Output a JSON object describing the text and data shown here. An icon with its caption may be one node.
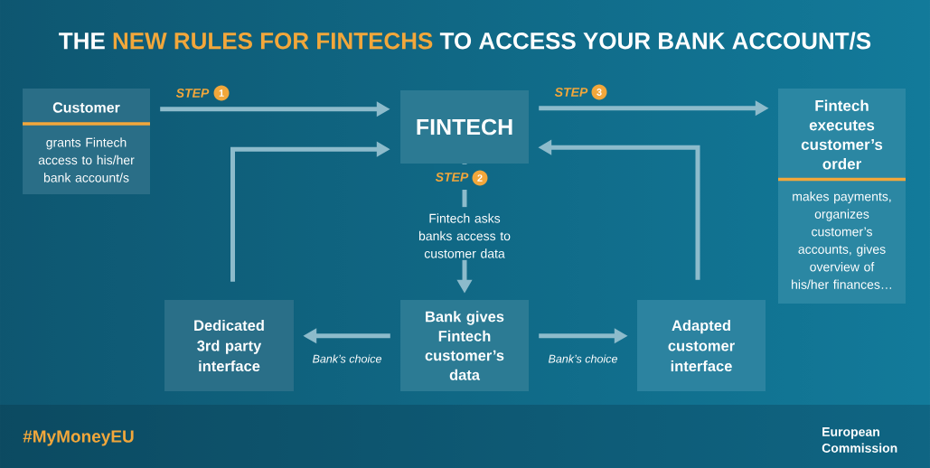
{
  "diagram": {
    "title": "THE **NEW RULES FOR FINTECHS** TO ACCESS YOUR BANK ACCOUNT/S",
    "nodes": [
      {
        "text": [
          "Customer",
          "grants Fintech access to his/her bank account/s"
        ]
      },
      {
        "text": [
          "FINTECH"
        ]
      },
      {
        "text": [
          "Fintech executes customer’s order",
          "makes payments, organizes customer’s accounts, gives overview of his/her finances…"
        ]
      },
      {
        "text": [
          "Fintech asks banks access to customer data"
        ]
      },
      {
        "text": [
          "Dedicated 3rd party interface"
        ]
      },
      {
        "text": [
          "Bank gives Fintech customer’s data"
        ]
      },
      {
        "text": [
          "Adapted customer interface"
        ]
      }
    ],
    "edges": [
      {
        "from": 0,
        "to": 1,
        "arrow": "to",
        "label": "STEP"
      },
      {
        "from": 1,
        "to": 2,
        "arrow": "to",
        "label": "STEP"
      },
      {
        "from": 1,
        "to": 3,
        "arrow": "none",
        "label": "STEP"
      },
      {
        "from": 3,
        "to": 5,
        "arrow": "to"
      },
      {
        "from": 5,
        "to": 4,
        "arrow": "to",
        "label": "Bank’s choice"
      },
      {
        "from": 5,
        "to": 6,
        "arrow": "to",
        "label": "Bank’s choice"
      },
      {
        "from": 4,
        "to": 1,
        "arrow": "to"
      },
      {
        "from": 6,
        "to": 1,
        "arrow": "to"
      }
    ],
    "labels": [
      "1",
      "3",
      "2",
      "#MyMoneyEU",
      "European Commission"
    ]
  }
}
